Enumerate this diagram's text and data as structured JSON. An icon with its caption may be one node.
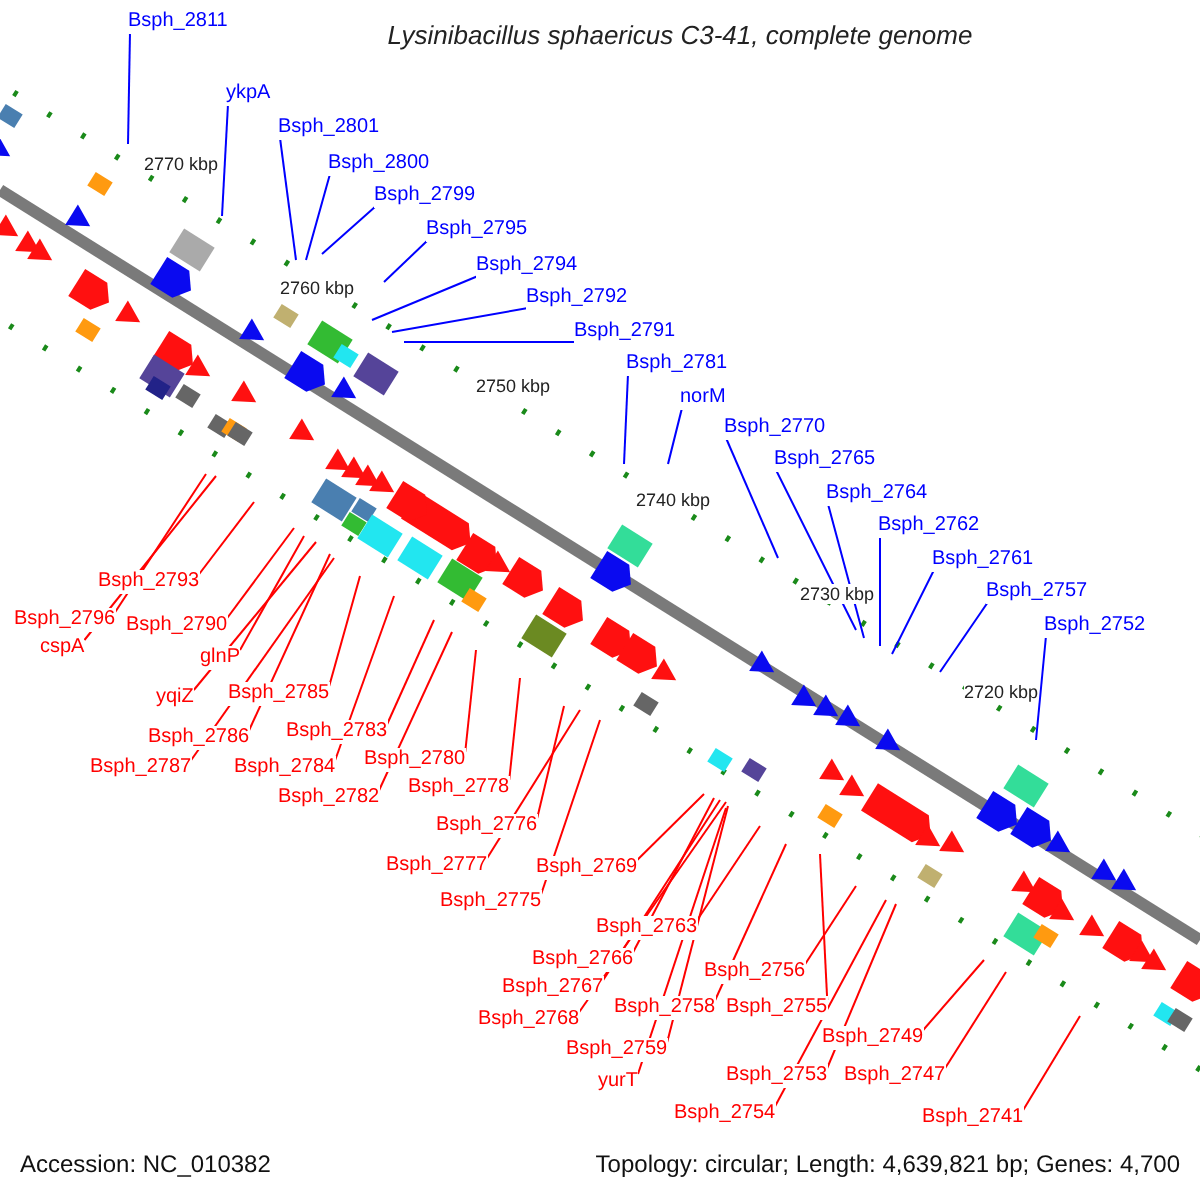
{
  "diagram": {
    "title": "Lysinibacillus sphaericus C3-41, complete genome",
    "nodes": [
      {
        "text": [
          "Bsph_2811"
        ]
      },
      {
        "text": [
          "ykpA"
        ]
      },
      {
        "text": [
          "Bsph_2801"
        ]
      },
      {
        "text": [
          "Bsph_2800"
        ]
      },
      {
        "text": [
          "Bsph_2799"
        ]
      },
      {
        "text": [
          "Bsph_2795"
        ]
      },
      {
        "text": [
          "Bsph_2794"
        ]
      },
      {
        "text": [
          "Bsph_2792"
        ]
      },
      {
        "text": [
          "Bsph_2791"
        ]
      },
      {
        "text": [
          "Bsph_2781"
        ]
      },
      {
        "text": [
          "norM"
        ]
      },
      {
        "text": [
          "Bsph_2770"
        ]
      },
      {
        "text": [
          "Bsph_2765"
        ]
      },
      {
        "text": [
          "Bsph_2764"
        ]
      },
      {
        "text": [
          "Bsph_2762"
        ]
      },
      {
        "text": [
          "Bsph_2761"
        ]
      },
      {
        "text": [
          "Bsph_2757"
        ]
      },
      {
        "text": [
          "Bsph_2752"
        ]
      },
      {
        "text": [
          "Bsph_2793"
        ]
      },
      {
        "text": [
          "Bsph_2796"
        ]
      },
      {
        "text": [
          "Bsph_2790"
        ]
      },
      {
        "text": [
          "cspA"
        ]
      },
      {
        "text": [
          "glnP"
        ]
      },
      {
        "text": [
          "Bsph_2785"
        ]
      },
      {
        "text": [
          "yqiZ"
        ]
      },
      {
        "text": [
          "Bsph_2783"
        ]
      },
      {
        "text": [
          "Bsph_2786"
        ]
      },
      {
        "text": [
          "Bsph_2780"
        ]
      },
      {
        "text": [
          "Bsph_2784"
        ]
      },
      {
        "text": [
          "Bsph_2787"
        ]
      },
      {
        "text": [
          "Bsph_2778"
        ]
      },
      {
        "text": [
          "Bsph_2782"
        ]
      },
      {
        "text": [
          "Bsph_2776"
        ]
      },
      {
        "text": [
          "Bsph_2777"
        ]
      },
      {
        "text": [
          "Bsph_2769"
        ]
      },
      {
        "text": [
          "Bsph_2775"
        ]
      },
      {
        "text": [
          "Bsph_2763"
        ]
      },
      {
        "text": [
          "Bsph_2766"
        ]
      },
      {
        "text": [
          "Bsph_2756"
        ]
      },
      {
        "text": [
          "Bsph_2767"
        ]
      },
      {
        "text": [
          "Bsph_2758"
        ]
      },
      {
        "text": [
          "Bsph_2755"
        ]
      },
      {
        "text": [
          "Bsph_2768"
        ]
      },
      {
        "text": [
          "Bsph_2749"
        ]
      },
      {
        "text": [
          "Bsph_2759"
        ]
      },
      {
        "text": [
          "Bsph_2753"
        ]
      },
      {
        "text": [
          "Bsph_2747"
        ]
      },
      {
        "text": [
          "yurT"
        ]
      },
      {
        "text": [
          "Bsph_2754"
        ]
      },
      {
        "text": [
          "Bsph_2741"
        ]
      }
    ],
    "edges": [
      {
        "from": 0,
        "to": null,
        "arrow": "none",
        "color": "#0000ff"
      },
      {
        "from": 1,
        "to": null,
        "arrow": "none",
        "color": "#0000ff"
      },
      {
        "from": 2,
        "to": null,
        "arrow": "none",
        "color": "#0000ff"
      },
      {
        "from": 3,
        "to": null,
        "arrow": "none",
        "color": "#0000ff"
      },
      {
        "from": 4,
        "to": null,
        "arrow": "none",
        "color": "#0000ff"
      },
      {
        "from": 5,
        "to": null,
        "arrow": "none",
        "color": "#0000ff"
      },
      {
        "from": 6,
        "to": null,
        "arrow": "none",
        "color": "#0000ff"
      },
      {
        "from": 7,
        "to": null,
        "arrow": "none",
        "color": "#0000ff"
      },
      {
        "from": 8,
        "to": null,
        "arrow": "none",
        "color": "#0000ff"
      },
      {
        "from": 9,
        "to": null,
        "arrow": "none",
        "color": "#0000ff"
      },
      {
        "from": 10,
        "to": null,
        "arrow": "none",
        "color": "#0000ff"
      },
      {
        "from": 11,
        "to": null,
        "arrow": "none",
        "color": "#0000ff"
      },
      {
        "from": 12,
        "to": null,
        "arrow": "none",
        "color": "#0000ff"
      },
      {
        "from": 13,
        "to": null,
        "arrow": "none",
        "color": "#0000ff"
      },
      {
        "from": 14,
        "to": null,
        "arrow": "none",
        "color": "#0000ff"
      },
      {
        "from": 15,
        "to": null,
        "arrow": "none",
        "color": "#0000ff"
      },
      {
        "from": 16,
        "to": null,
        "arrow": "none",
        "color": "#0000ff"
      },
      {
        "from": 17,
        "to": null,
        "arrow": "none",
        "color": "#0000ff"
      },
      {
        "from": 18,
        "to": null,
        "arrow": "none"
      },
      {
        "from": 19,
        "to": null,
        "arrow": "none"
      },
      {
        "from": 20,
        "to": null,
        "arrow": "none"
      },
      {
        "from": 21,
        "to": null,
        "arrow": "none"
      },
      {
        "from": 22,
        "to": null,
        "arrow": "none"
      },
      {
        "from": 23,
        "to": null,
        "arrow": "none"
      },
      {
        "from": 24,
        "to": null,
        "arrow": "none"
      },
      {
        "from": 25,
        "to": null,
        "arrow": "none"
      },
      {
        "from": 26,
        "to": null,
        "arrow": "none"
      },
      {
        "from": 27,
        "to": null,
        "arrow": "none"
      },
      {
        "from": 28,
        "to": null,
        "arrow": "none"
      },
      {
        "from": 29,
        "to": null,
        "arrow": "none"
      },
      {
        "from": 30,
        "to": null,
        "arrow": "none"
      },
      {
        "from": 31,
        "to": null,
        "arrow": "none"
      },
      {
        "from": 32,
        "to": null,
        "arrow": "none"
      },
      {
        "from": 33,
        "to": null,
        "arrow": "none"
      },
      {
        "from": 34,
        "to": null,
        "arrow": "none"
      },
      {
        "from": 35,
        "to": null,
        "arrow": "none"
      },
      {
        "from": 36,
        "to": null,
        "arrow": "none"
      },
      {
        "from": 37,
        "to": null,
        "arrow": "none"
      },
      {
        "from": 38,
        "to": null,
        "arrow": "none"
      },
      {
        "from": 39,
        "to": null,
        "arrow": "none"
      },
      {
        "from": 40,
        "to": null,
        "arrow": "none"
      },
      {
        "from": 41,
        "to": null,
        "arrow": "none"
      },
      {
        "from": 42,
        "to": null,
        "arrow": "none"
      },
      {
        "from": 43,
        "to": null,
        "arrow": "none"
      },
      {
        "from": 44,
        "to": null,
        "arrow": "none"
      },
      {
        "from": 45,
        "to": null,
        "arrow": "none"
      },
      {
        "from": 46,
        "to": null,
        "arrow": "none"
      },
      {
        "from": 47,
        "to": null,
        "arrow": "none"
      },
      {
        "from": 48,
        "to": null,
        "arrow": "none"
      },
      {
        "from": 49,
        "to": null,
        "arrow": "none"
      }
    ],
    "labels": [
      "2770 kbp",
      "2760 kbp",
      "2750 kbp",
      "2740 kbp",
      "2730 kbp",
      "2720 kbp",
      "Accession: NC_010382",
      "Topology: circular; Length: 4,639,821 bp; Genes: 4,700"
    ]
  }
}
